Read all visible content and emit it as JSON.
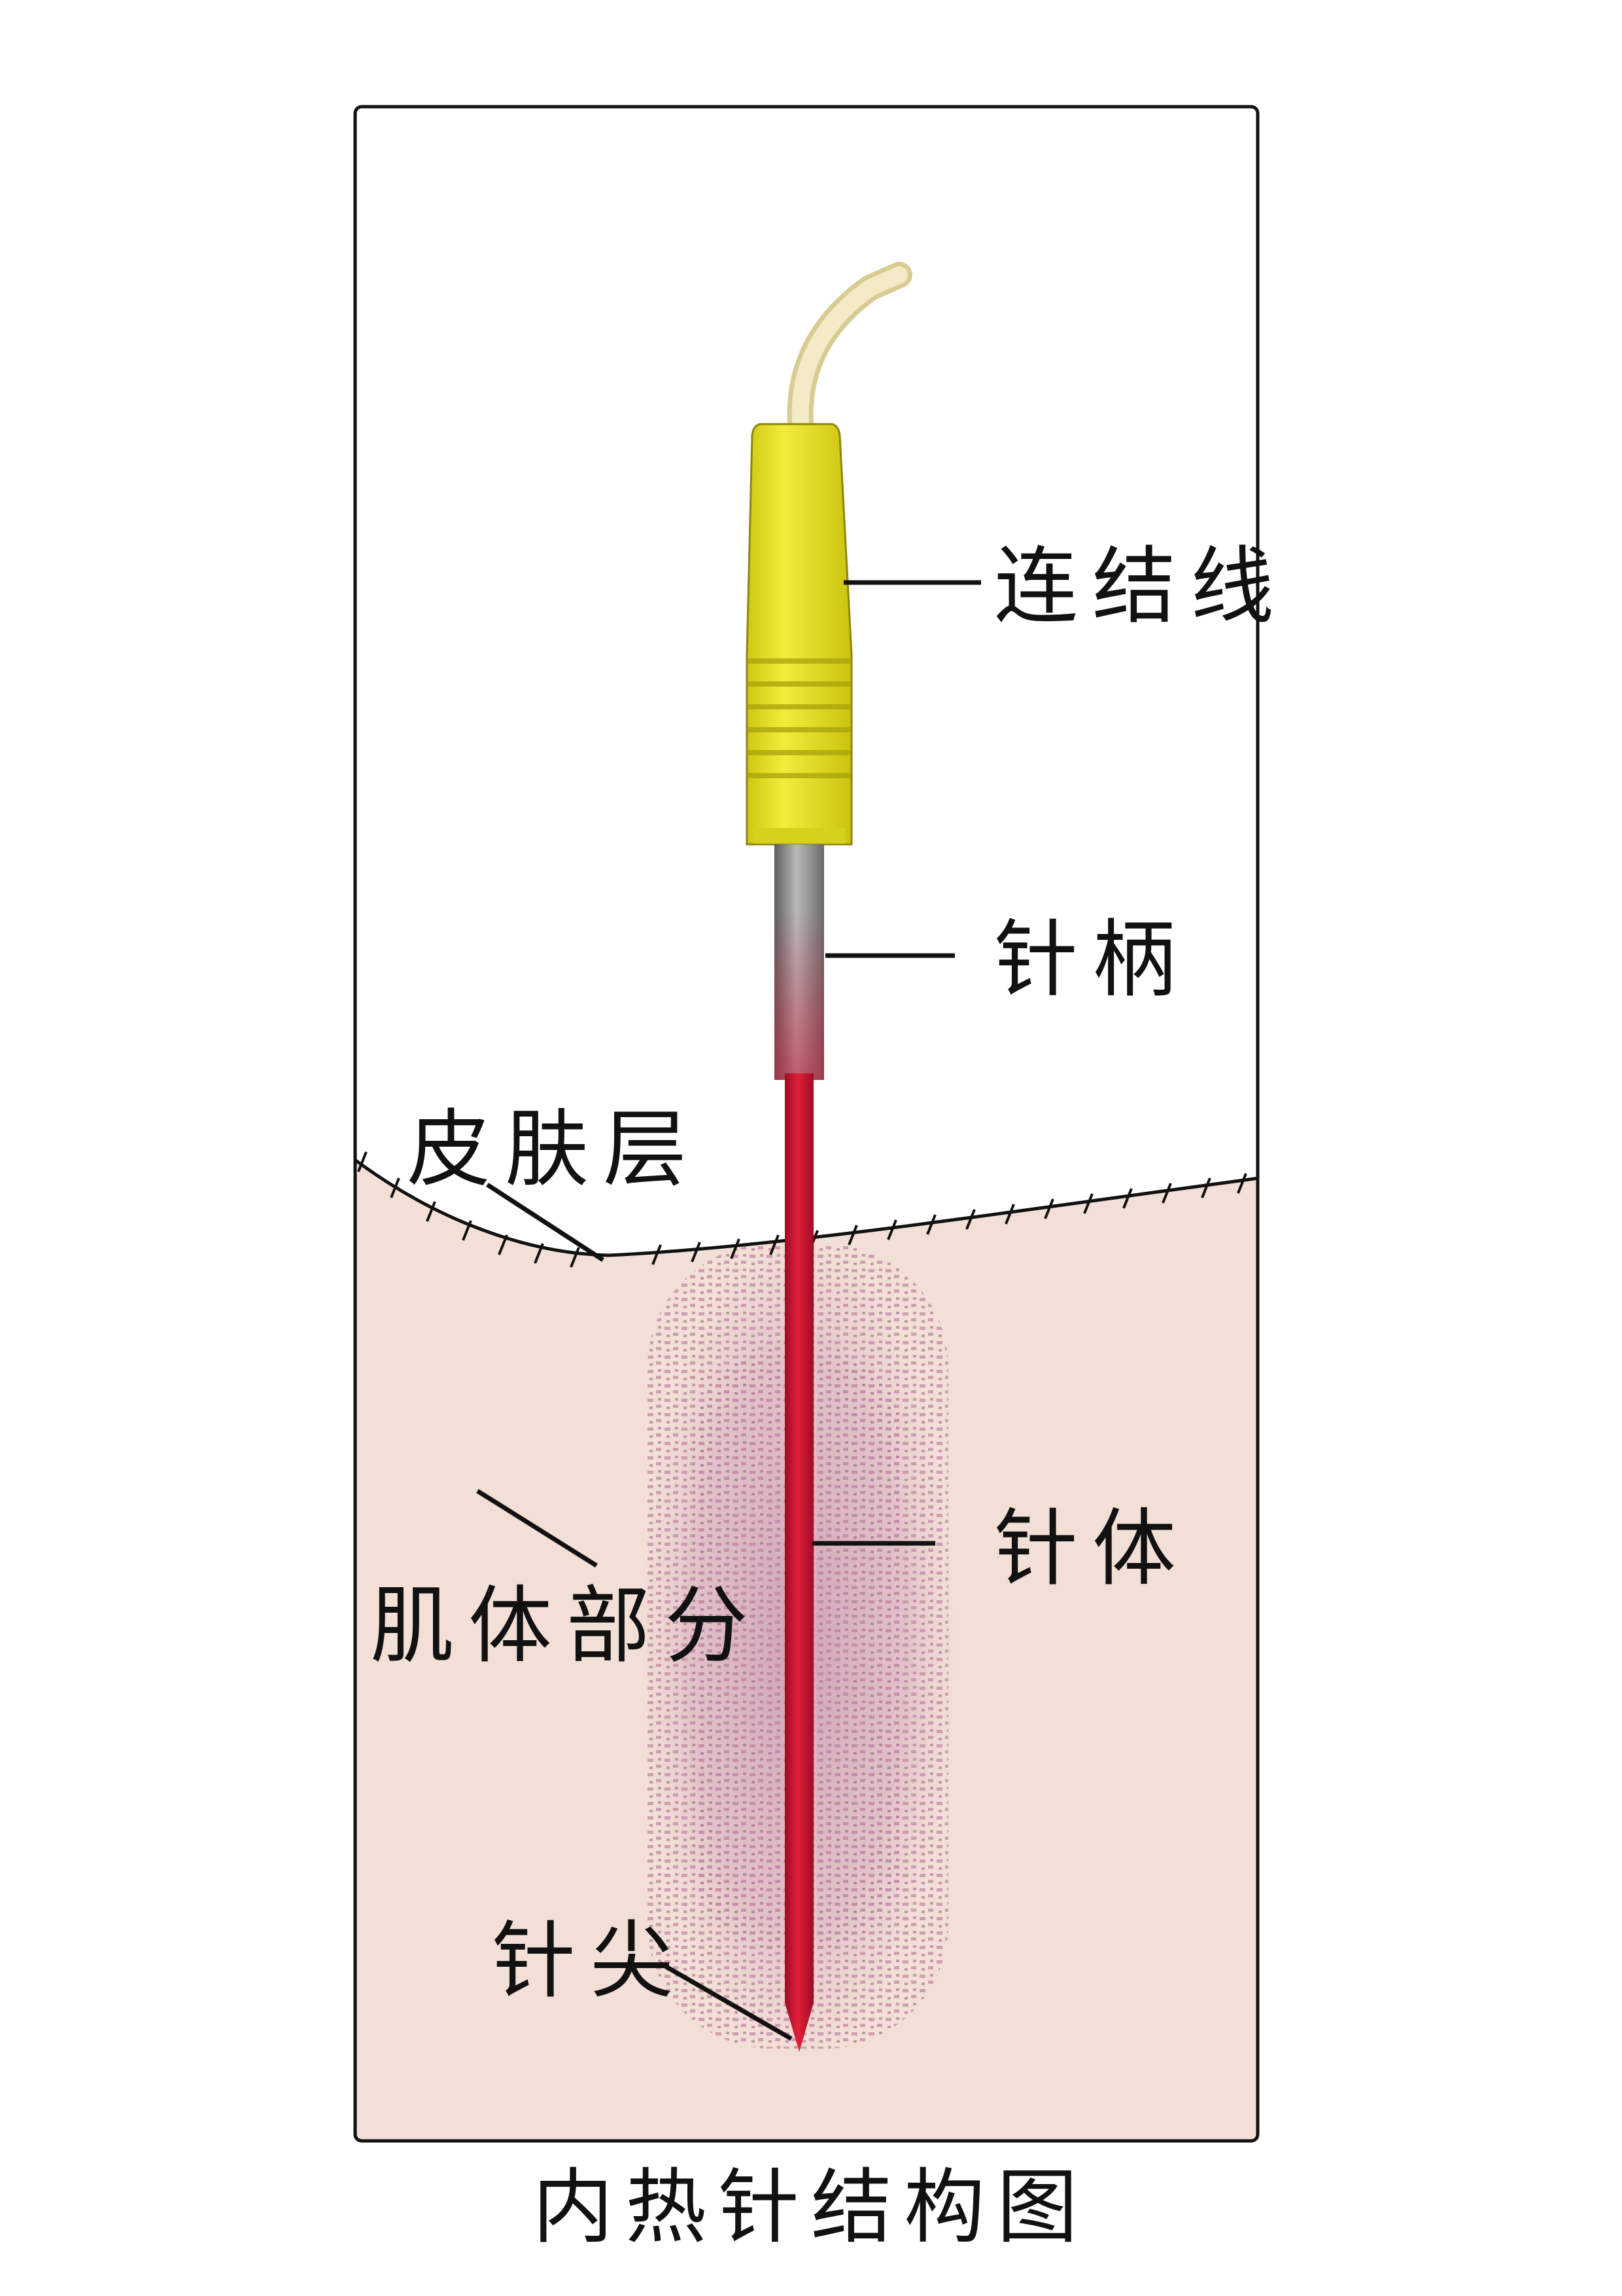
{
  "labels": {
    "connecting_wire": "连结线",
    "needle_handle": "针柄",
    "skin_layer": "皮肤层",
    "needle_body": "针体",
    "muscle_part": "肌体部分",
    "needle_tip": "针尖"
  },
  "caption": "内热针结构图",
  "colors": {
    "tissue": "#f2dfd5",
    "heat_zone": "#c98fae",
    "connector": "#e7e022",
    "wire": "#efe3b6",
    "needle_body": "#c8102e",
    "needle_handle": "#8a8a8a",
    "outline": "#111111"
  }
}
